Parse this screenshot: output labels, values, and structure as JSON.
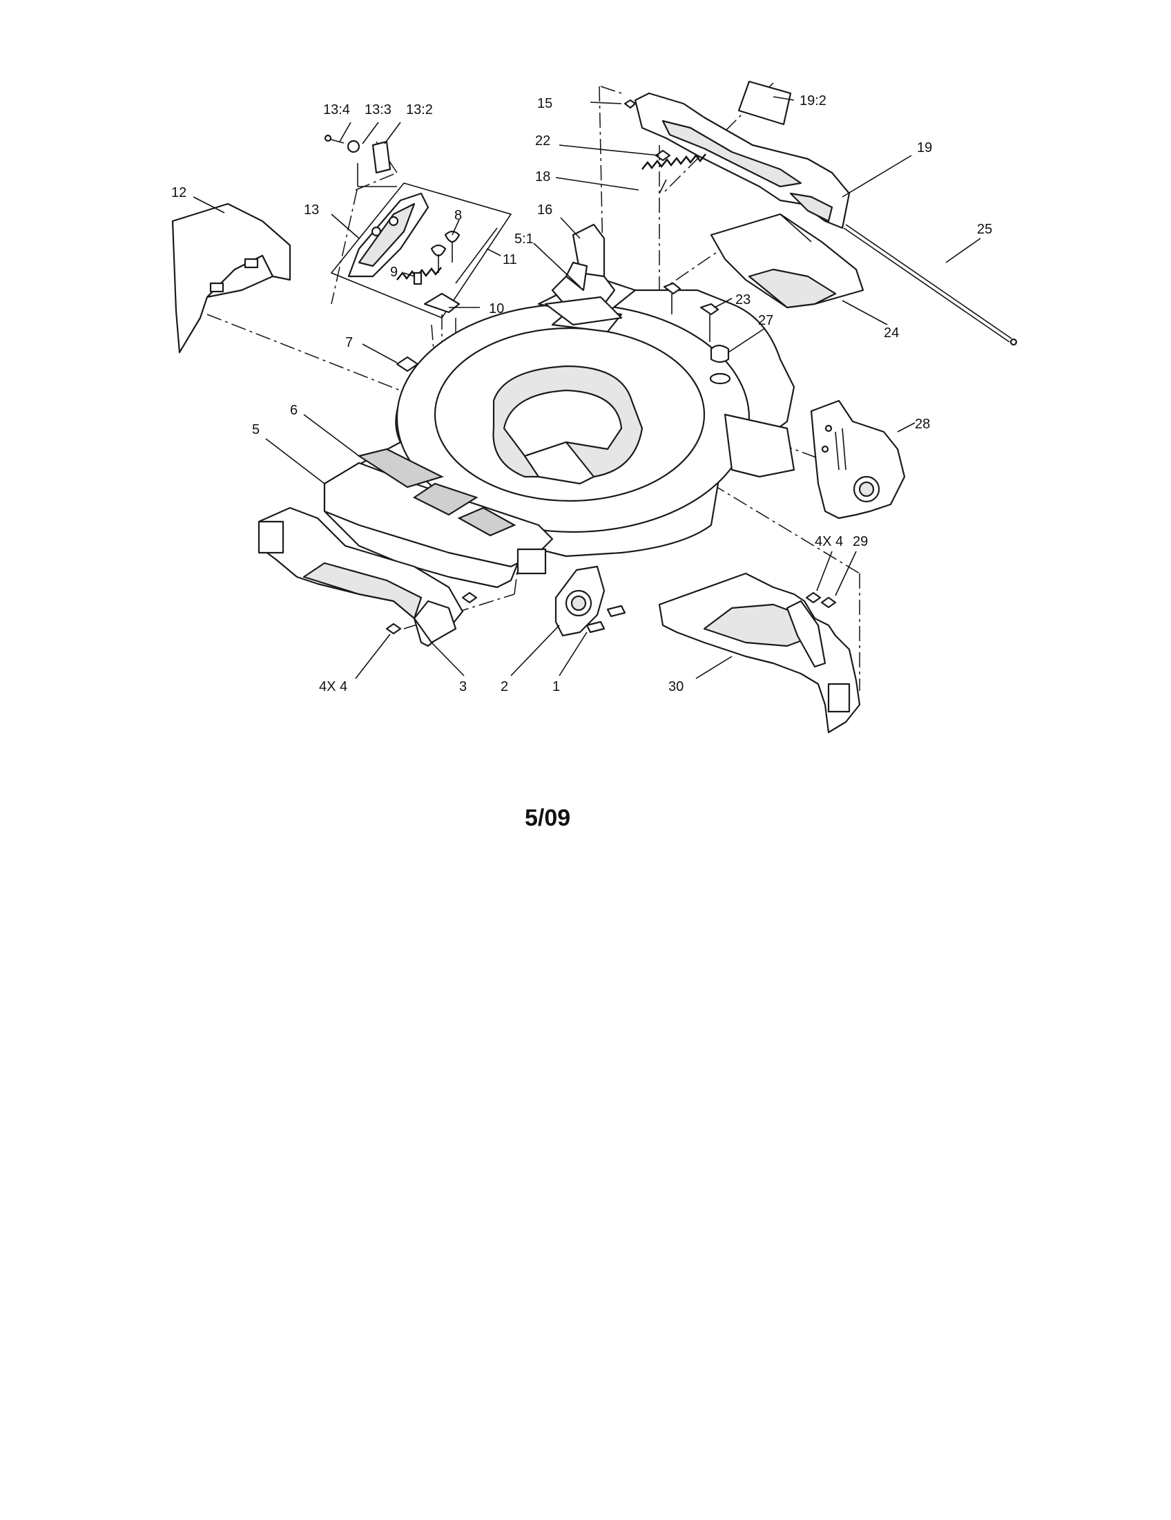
{
  "callouts": {
    "c13_4": "13:4",
    "c13_3": "13:3",
    "c13_2": "13:2",
    "c12": "12",
    "c13": "13",
    "c8": "8",
    "c9": "9",
    "c11": "11",
    "c10": "10",
    "c7": "7",
    "c6": "6",
    "c5": "5",
    "c15": "15",
    "c22": "22",
    "c18": "18",
    "c16": "16",
    "c5_1": "5:1",
    "c19_2": "19:2",
    "c19": "19",
    "c25": "25",
    "c23": "23",
    "c24": "24",
    "c27": "27",
    "c28": "28",
    "c4x4_right": "4X 4",
    "c29": "29",
    "c30": "30",
    "c4x4_left": "4X 4",
    "c3": "3",
    "c2": "2",
    "c1": "1"
  },
  "footer": {
    "date": "5/09"
  }
}
